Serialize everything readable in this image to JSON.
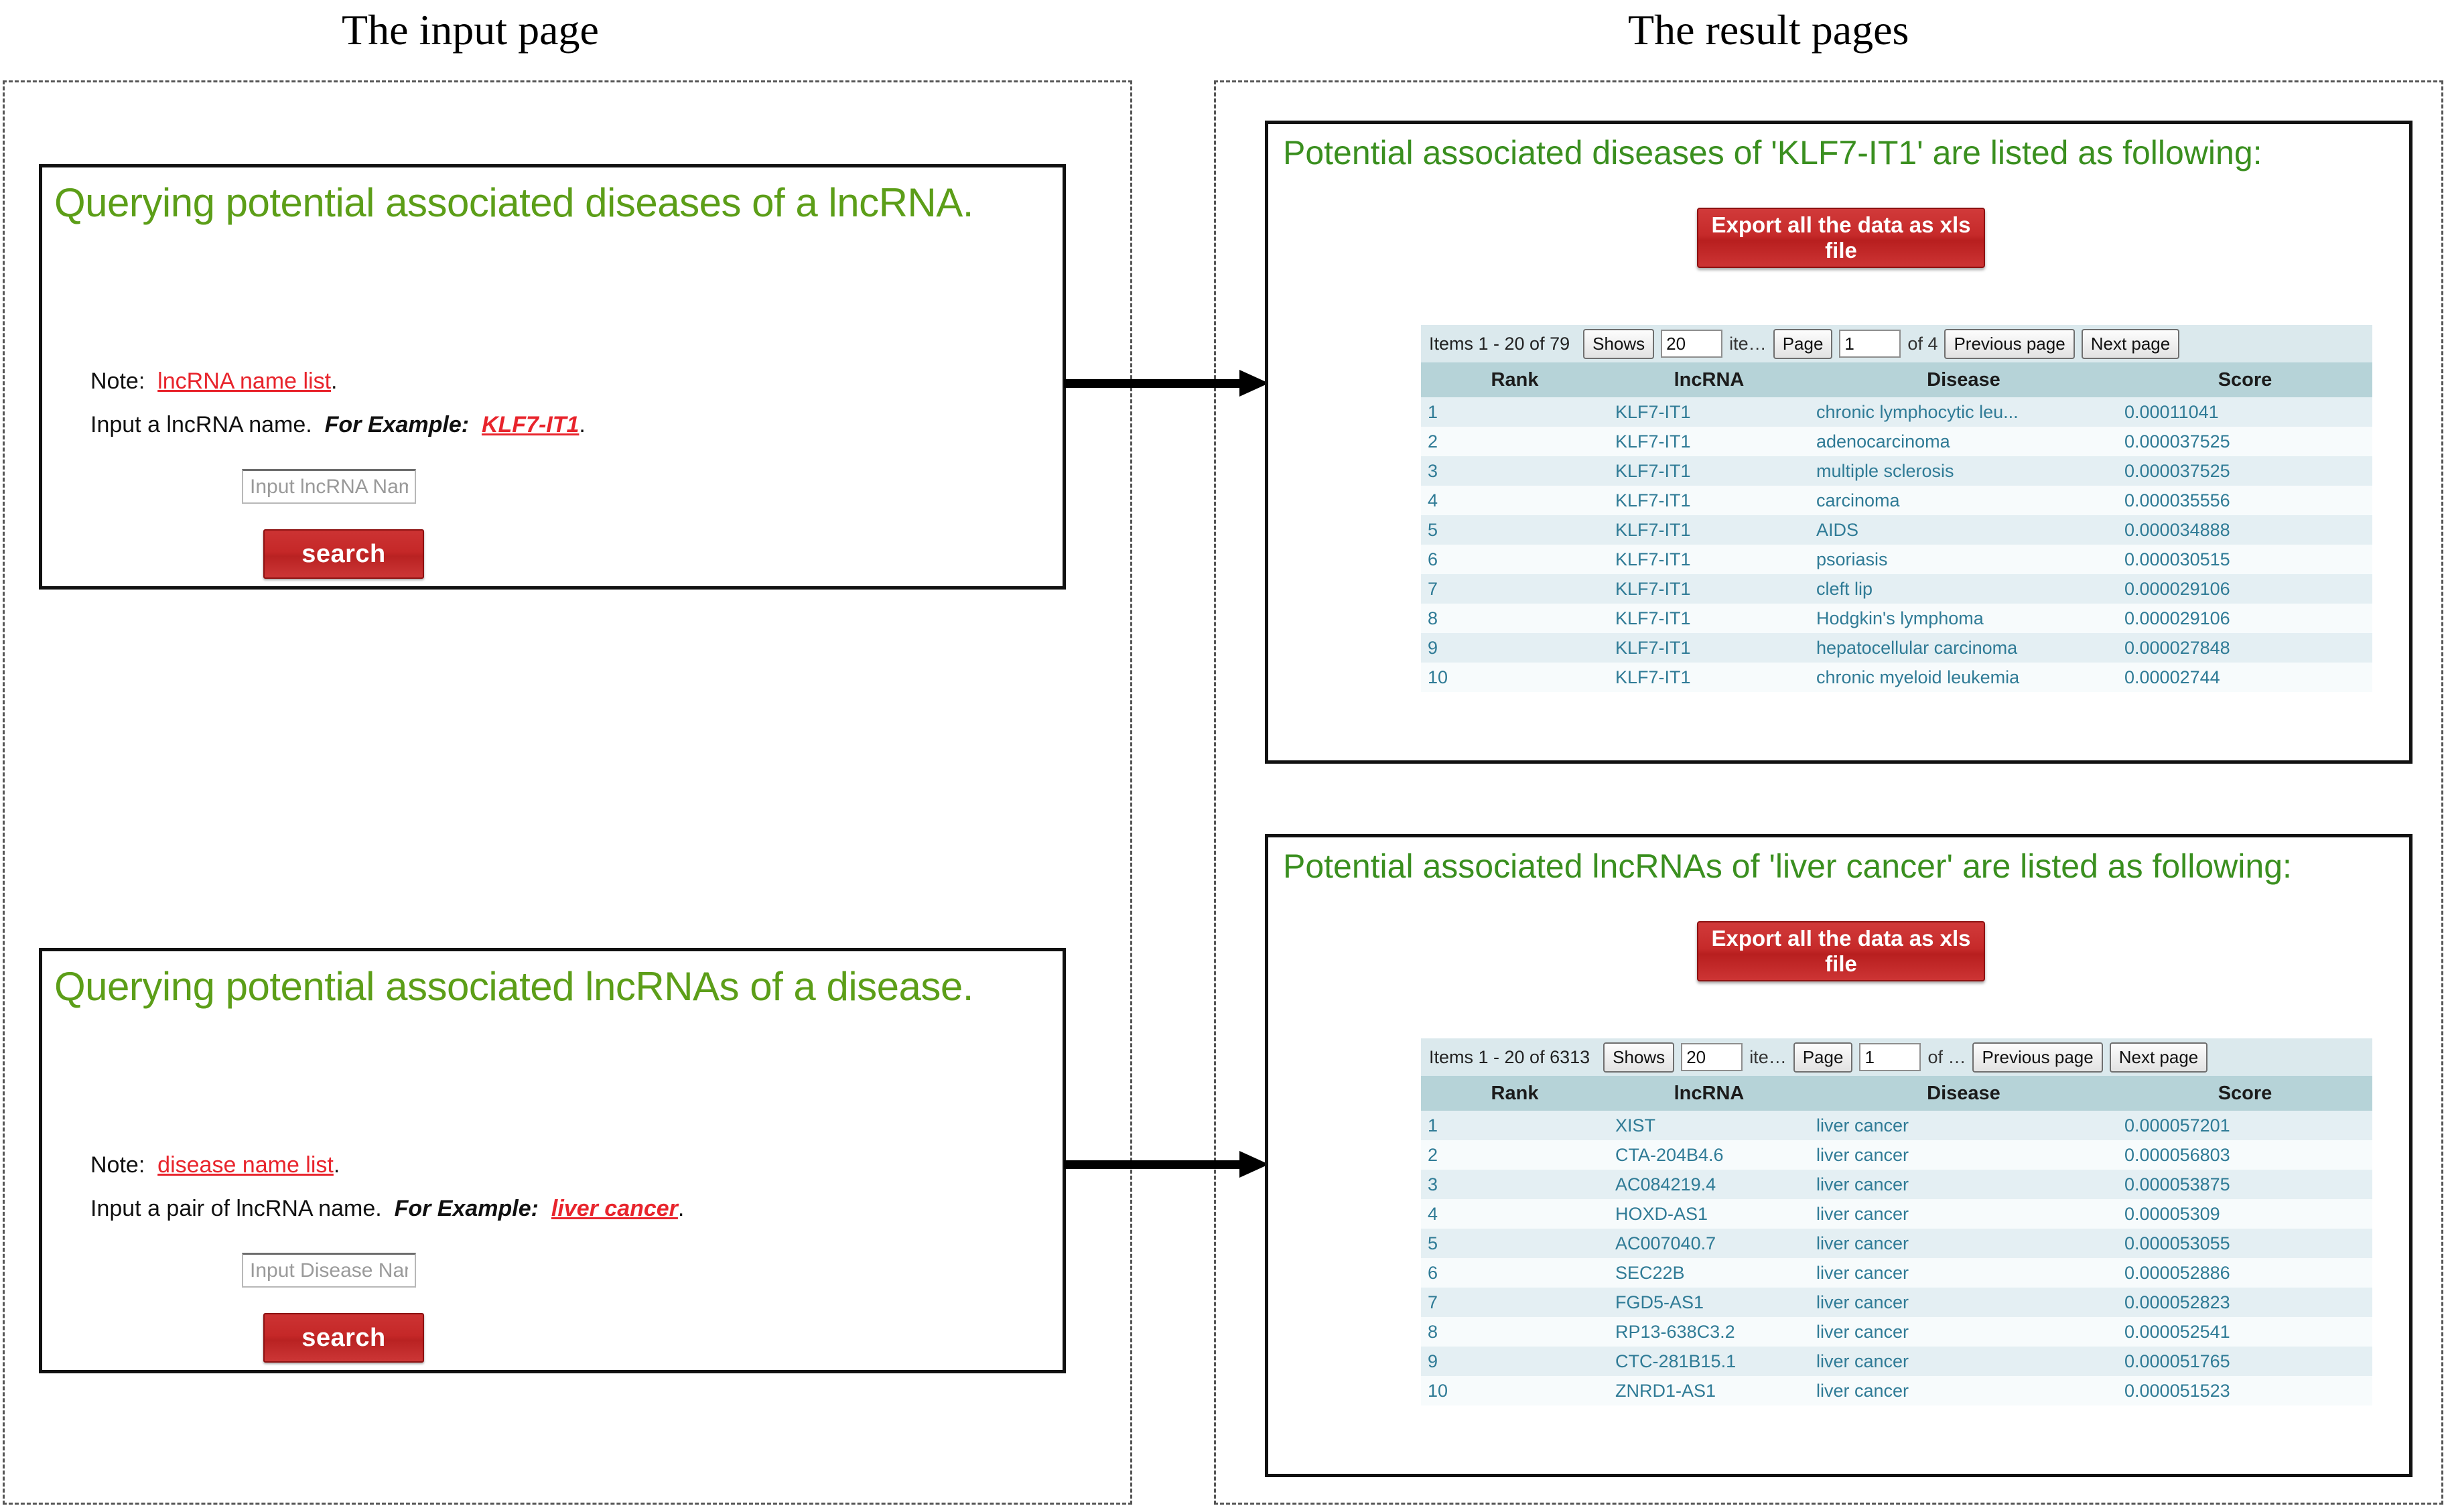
{
  "captions": {
    "input": "The input page",
    "result": "The result pages"
  },
  "input_panels": [
    {
      "title": "Querying potential associated diseases of a lncRNA.",
      "note_label": "Note:",
      "note_link": "lncRNA name list",
      "note_period": ".",
      "instruction": "Input a lncRNA name.",
      "example_label": "For Example:",
      "example_link": "KLF7-IT1",
      "example_period": ".",
      "input_placeholder": "Input lncRNA Name",
      "search_label": "search"
    },
    {
      "title": "Querying potential associated lncRNAs of a disease.",
      "note_label": "Note:",
      "note_link": "disease name list",
      "note_period": ".",
      "instruction": "Input a pair of lncRNA name.",
      "example_label": "For Example:",
      "example_link": "liver cancer",
      "example_period": ".",
      "input_placeholder": "Input Disease Name",
      "search_label": "search"
    }
  ],
  "result_panels": [
    {
      "title": "Potential associated diseases of 'KLF7-IT1' are listed as following:",
      "export_label": "Export all the data as xls file",
      "pager": {
        "items_count": "Items 1 - 20 of 79",
        "shows_label": "Shows",
        "shows_value": "20",
        "items_suffix": "ite…",
        "page_label": "Page",
        "page_value": "1",
        "of_text": "of 4",
        "prev_label": "Previous page",
        "next_label": "Next page"
      },
      "columns": [
        "Rank",
        "lncRNA",
        "Disease",
        "Score"
      ],
      "rows": [
        [
          "1",
          "KLF7-IT1",
          "chronic lymphocytic leu...",
          "0.00011041"
        ],
        [
          "2",
          "KLF7-IT1",
          "adenocarcinoma",
          "0.000037525"
        ],
        [
          "3",
          "KLF7-IT1",
          "multiple sclerosis",
          "0.000037525"
        ],
        [
          "4",
          "KLF7-IT1",
          "carcinoma",
          "0.000035556"
        ],
        [
          "5",
          "KLF7-IT1",
          "AIDS",
          "0.000034888"
        ],
        [
          "6",
          "KLF7-IT1",
          "psoriasis",
          "0.000030515"
        ],
        [
          "7",
          "KLF7-IT1",
          "cleft lip",
          "0.000029106"
        ],
        [
          "8",
          "KLF7-IT1",
          "Hodgkin's lymphoma",
          "0.000029106"
        ],
        [
          "9",
          "KLF7-IT1",
          "hepatocellular carcinoma",
          "0.000027848"
        ],
        [
          "10",
          "KLF7-IT1",
          "chronic myeloid leukemia",
          "0.00002744"
        ]
      ]
    },
    {
      "title": "Potential associated lncRNAs of 'liver cancer' are listed as following:",
      "export_label": "Export all the data as xls file",
      "pager": {
        "items_count": "Items 1 - 20 of 6313",
        "shows_label": "Shows",
        "shows_value": "20",
        "items_suffix": "ite…",
        "page_label": "Page",
        "page_value": "1",
        "of_text": "of …",
        "prev_label": "Previous page",
        "next_label": "Next page"
      },
      "columns": [
        "Rank",
        "lncRNA",
        "Disease",
        "Score"
      ],
      "rows": [
        [
          "1",
          "XIST",
          "liver cancer",
          "0.000057201"
        ],
        [
          "2",
          "CTA-204B4.6",
          "liver cancer",
          "0.000056803"
        ],
        [
          "3",
          "AC084219.4",
          "liver cancer",
          "0.000053875"
        ],
        [
          "4",
          "HOXD-AS1",
          "liver cancer",
          "0.00005309"
        ],
        [
          "5",
          "AC007040.7",
          "liver cancer",
          "0.000053055"
        ],
        [
          "6",
          "SEC22B",
          "liver cancer",
          "0.000052886"
        ],
        [
          "7",
          "FGD5-AS1",
          "liver cancer",
          "0.000052823"
        ],
        [
          "8",
          "RP13-638C3.2",
          "liver cancer",
          "0.000052541"
        ],
        [
          "9",
          "CTC-281B15.1",
          "liver cancer",
          "0.000051765"
        ],
        [
          "10",
          "ZNRD1-AS1",
          "liver cancer",
          "0.000051523"
        ]
      ]
    }
  ],
  "colors": {
    "heading_green": "#5c9e18",
    "result_green": "#3a8f1f",
    "link_red": "#e8242c",
    "button_red": "#c62a2a",
    "table_header": "#b6d3d8",
    "table_row_odd": "#e4eff3",
    "table_row_even": "#f7fbfc",
    "cell_text": "#2f7b96",
    "pager_bg": "#dbe9ed"
  }
}
